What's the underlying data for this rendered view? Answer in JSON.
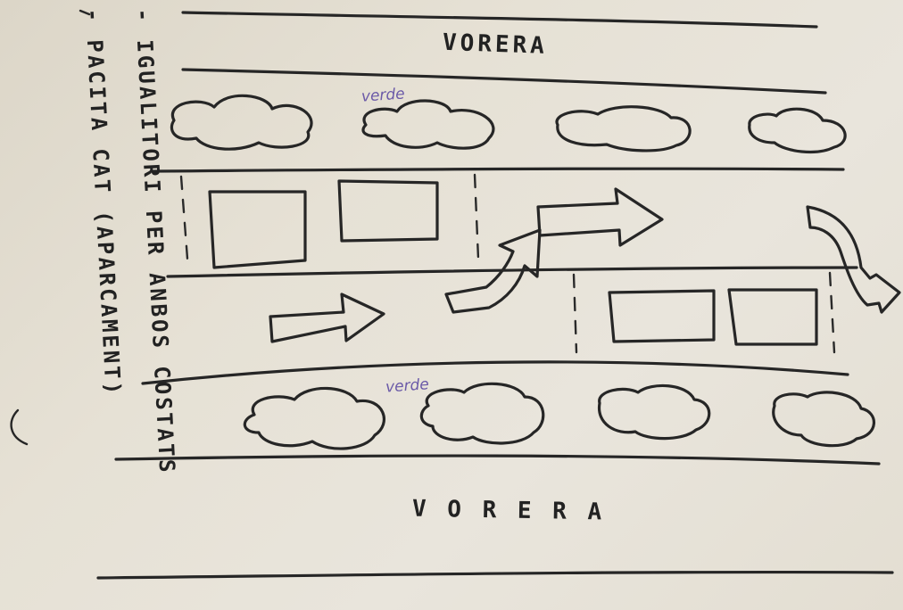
{
  "labels": {
    "sidewalk_top": "VORERA",
    "sidewalk_bottom": "V O R E R A",
    "green_top": "verde",
    "green_bottom": "verde",
    "side_line_1": "- IGUALITORI PER ANBOS COSTATS",
    "side_line_2": "- PACITA CAT (APARCAMENT)"
  },
  "colors": {
    "paper": "#e6e1d5",
    "ink": "#262626",
    "annotation": "#6b5aa8"
  }
}
